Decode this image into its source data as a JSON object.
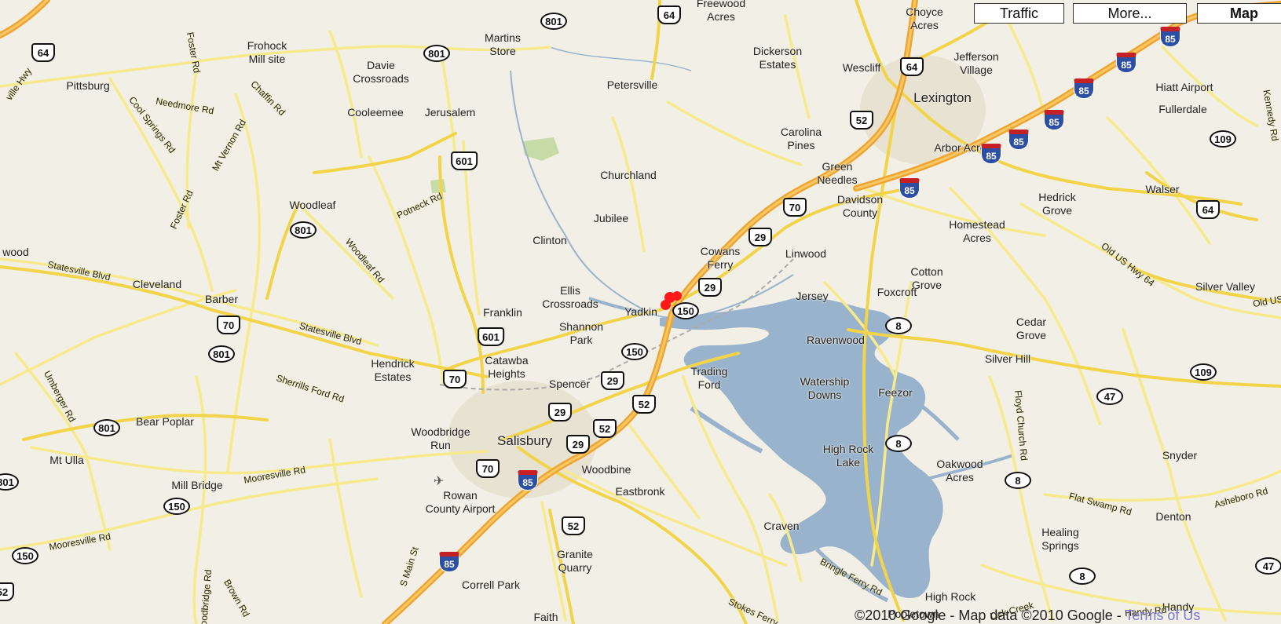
{
  "controls": {
    "traffic": "Traffic",
    "more": "More...",
    "map": "Map"
  },
  "copyright": {
    "text": "©2010 Google - Map data ©2010 Google - ",
    "terms": "Terms of Us"
  },
  "colors": {
    "land": "#f2efe6",
    "water": "#99b3cc",
    "highway": "#f6b73c",
    "road": "#f7ea8c",
    "marker": "#ff1a1a"
  },
  "places": {
    "lexington": "Lexington",
    "salisbury": "Salisbury",
    "freewood_acres": "Freewood\nAcres",
    "choyce_acres": "Choyce\nAcres",
    "martins_store": "Martins\nStore",
    "frohock": "Frohock\nMill site",
    "pittsburg": "Pittsburg",
    "davie_crossroads": "Davie\nCrossroads",
    "dickerson_estates": "Dickerson\nEstates",
    "wescliff": "Wescliff",
    "jefferson_village": "Jefferson\nVillage",
    "petersville": "Petersville",
    "cooleemee": "Cooleemee",
    "jerusalem": "Jerusalem",
    "hiatt_airport": "Hiatt Airport",
    "fullerdale": "Fullerdale",
    "carolina_pines": "Carolina\nPines",
    "arbor_acres": "Arbor Acres",
    "churchland": "Churchland",
    "green_needles": "Green\nNeedles",
    "davidson_county": "Davidson\nCounty",
    "walser": "Walser",
    "hedrick_grove": "Hedrick\nGrove",
    "woodleaf": "Woodleaf",
    "jubilee": "Jubilee",
    "homestead_acres": "Homestead\nAcres",
    "clinton": "Clinton",
    "cowans_ferry": "Cowans\nFerry",
    "linwood": "Linwood",
    "westwood": "wood",
    "cotton_grove": "Cotton\nGrove",
    "cleveland": "Cleveland",
    "barber": "Barber",
    "ellis_crossroads": "Ellis\nCrossroads",
    "yadkin": "Yadkin",
    "jersey": "Jersey",
    "foxcroft": "Foxcroft",
    "silver_valley": "Silver Valley",
    "franklin": "Franklin",
    "shannon_park": "Shannon\nPark",
    "cedar_grove": "Cedar\nGrove",
    "ravenwood": "Ravenwood",
    "hendrick_estates": "Hendrick\nEstates",
    "catawba_heights": "Catawba\nHeights",
    "silver_hill": "Silver Hill",
    "trading_ford": "Trading\nFord",
    "watership_downs": "Watership\nDowns",
    "spencer": "Spencer",
    "feezor": "Feezor",
    "bear_poplar": "Bear Poplar",
    "woodbridge_run": "Woodbridge\nRun",
    "high_rock_lake": "High Rock\nLake",
    "snyder": "Snyder",
    "mt_ulla": "Mt Ulla",
    "oakwood_acres": "Oakwood\nAcres",
    "woodbine": "Woodbine",
    "mill_bridge": "Mill Bridge",
    "rowan_airport": "Rowan\nCounty Airport",
    "eastbronk": "Eastbronk",
    "denton": "Denton",
    "craven": "Craven",
    "healing_springs": "Healing\nSprings",
    "granite_quarry": "Granite\nQuarry",
    "correll_park": "Correll Park",
    "high_rock": "High Rock",
    "faith": "Faith",
    "handy": "Handy",
    "pooletown": "Pooletown"
  },
  "roads": {
    "needmore": "Needmore Rd",
    "chaffin": "Chaffin Rd",
    "foster_top": "Foster Rd",
    "cool_springs": "Cool Springs Rd",
    "mt_vernon": "Mt Vernon Rd",
    "foster": "Foster Rd",
    "potneck": "Potneck Rd",
    "woodleaf_rd": "Woodleaf Rd",
    "statesville_blvd": "Statesville Blvd",
    "statesville_blvd2": "Statesville Blvd",
    "sherrills_ford": "Sherrills Ford Rd",
    "umberger": "Umberger Rd",
    "mooresville": "Mooresville Rd",
    "mooresville2": "Mooresville Rd",
    "s_main": "S Main St",
    "brown": "Brown Rd",
    "woodbridge_rd": "Woodbridge Rd",
    "floyd_church": "Floyd Church Rd",
    "flat_swamp": "Flat Swamp Rd",
    "asheboro": "Asheboro Rd",
    "old_us64": "Old US Hwy 64",
    "old_us": "Old US",
    "bringle_ferry": "Bringle Ferry Rd",
    "stokes_ferry": "Stokes Ferry",
    "lick_creek": "Lick Creek",
    "handy_rd": "Handy Rd",
    "kennedy": "Kennedy Rd",
    "hwy": "ville Hwy"
  },
  "shields": {
    "s801a": "801",
    "s801b": "801",
    "s801c": "801",
    "s801d": "801",
    "s801e": "801",
    "s801f": "801",
    "s64a": "64",
    "s64b": "64",
    "s64c": "64",
    "s64d": "64",
    "s601a": "601",
    "s601b": "601",
    "s52a": "52",
    "s52b": "52",
    "s52c": "52",
    "s52d": "52",
    "s52e": "52",
    "s70a": "70",
    "s70b": "70",
    "s70c": "70",
    "s70d": "70",
    "s29a": "29",
    "s29b": "29",
    "s29c": "29",
    "s29d": "29",
    "s29e": "29",
    "s150a": "150",
    "s150b": "150",
    "s150c": "150",
    "s150d": "150",
    "s109a": "109",
    "s109b": "109",
    "s8a": "8",
    "s8b": "8",
    "s8c": "8",
    "s8d": "8",
    "s47a": "47",
    "s47b": "47",
    "i85a": "85",
    "i85b": "85",
    "i85c": "85",
    "i85d": "85",
    "i85e": "85",
    "i85f": "85",
    "i85g": "85",
    "i85h": "85",
    "i85i": "85"
  }
}
